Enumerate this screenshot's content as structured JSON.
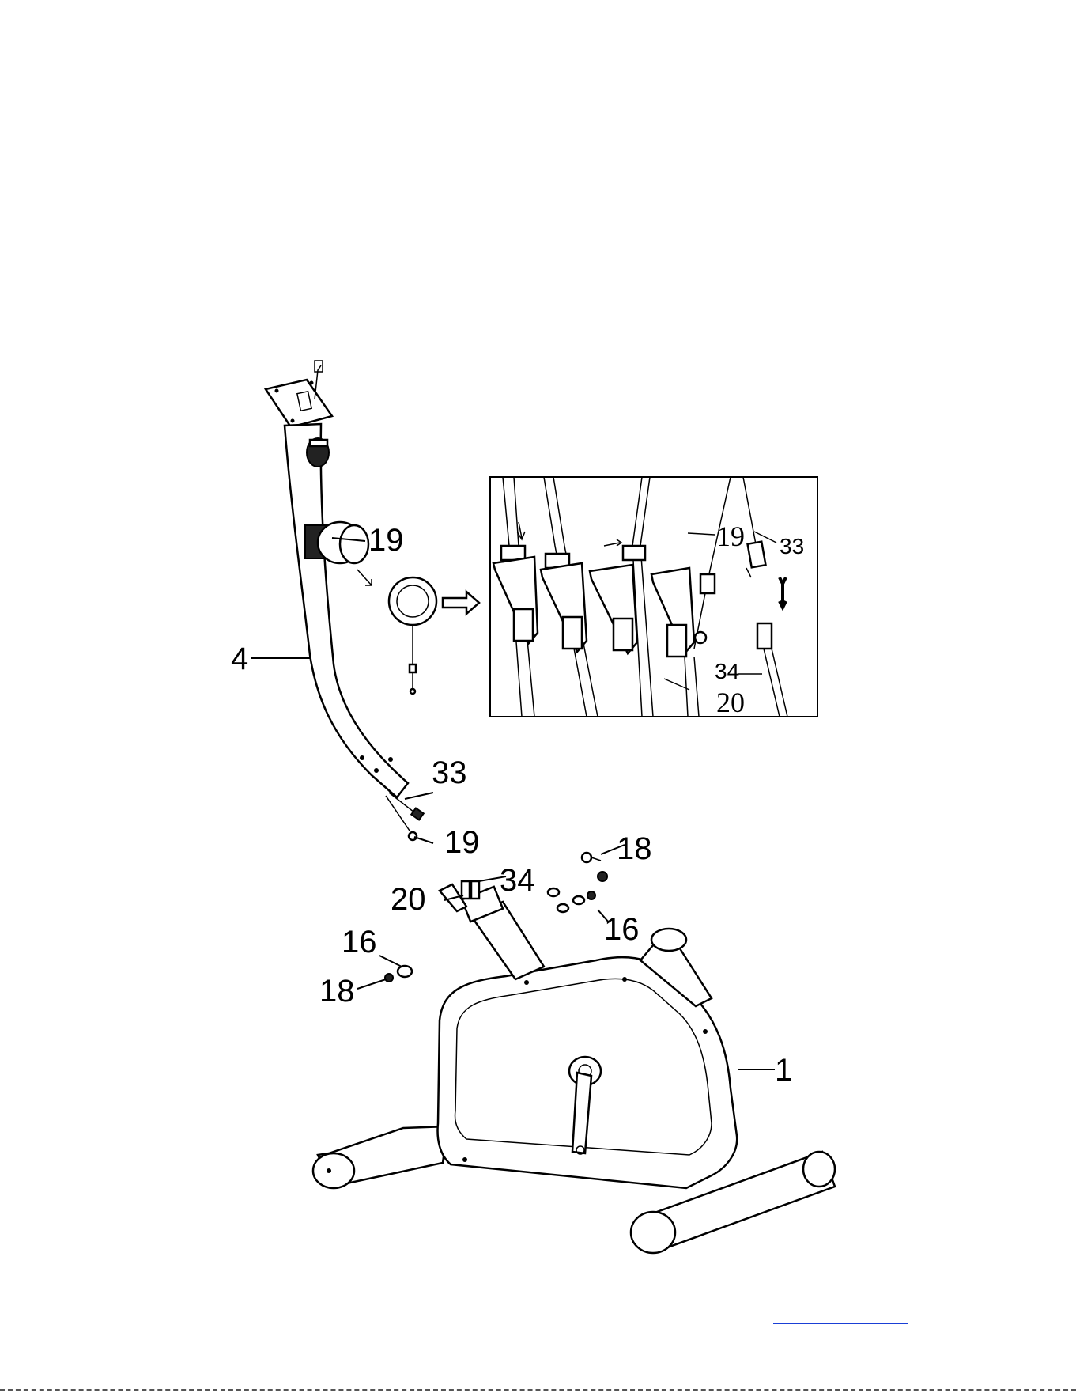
{
  "callouts": {
    "frame": "1",
    "handlebar_post": "4",
    "tension_knob_top": "19",
    "cable_lower": "19",
    "sensor_wire_upper": "33",
    "main_bolt_right": "18",
    "main_bolt_left": "18",
    "washer_right": "16",
    "washer_left": "16",
    "tension_cable": "20",
    "sensor_wire_lower": "34"
  },
  "inset_callouts": {
    "cable": "19",
    "sensor_wire_upper": "33",
    "sensor_wire_lower": "34",
    "tension_cable": "20"
  },
  "colors": {
    "line": "#000000",
    "link": "#1a3fd6"
  }
}
